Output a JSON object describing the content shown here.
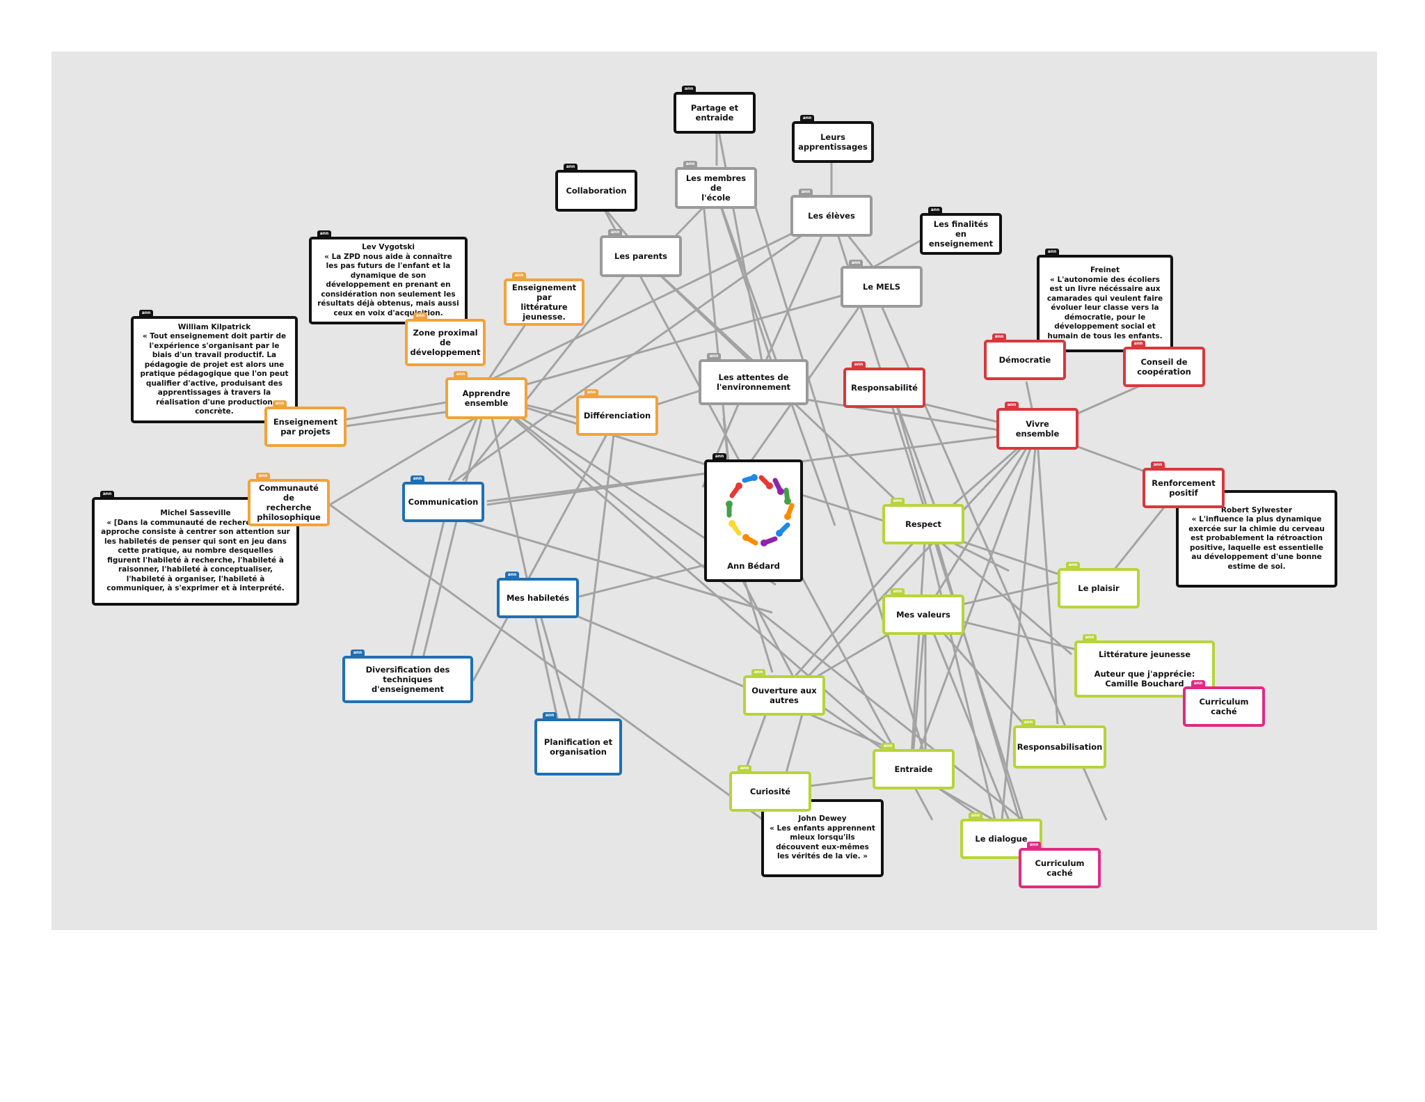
{
  "tag_text": "ann",
  "colors": {
    "black": "#111111",
    "gray": "#9a9a9a",
    "orange": "#f2a23a",
    "blue": "#1f6fb4",
    "red": "#d9373d",
    "lime": "#b7d43a",
    "pink": "#e02a83",
    "link": "#a3a3a3",
    "background": "#e6e6e6"
  },
  "nodes": {
    "partage": "Partage et\nentraide",
    "leurs_apprentissages": "Leurs\napprentissages",
    "collaboration": "Collaboration",
    "membres_ecole": "Les membres de\nl'école",
    "eleves": "Les élèves",
    "finalites": "Les finalités en\nenseignement",
    "parents": "Les parents",
    "vygotski": "Lev Vygotski\n« La ZPD nous aide à connaître les pas futurs de l'enfant et la dynamique de son développement en prenant en considération non seulement les résultats déjà  obtenus, mais aussi ceux en voix d'acquisition.",
    "enseignement_litterature": "Enseignement\npar littérature\njeunesse.",
    "mels": "Le MELS",
    "freinet": "Freinet\n« L'autonomie des écoliers est un livre nécéssaire aux camarades qui veulent faire évoluer leur classe vers la démocratie, pour le développement social et humain de tous les enfants.",
    "kilpatrick": "William Kilpatrick\n« Tout enseignement doit partir de l'expérience s'organisant par le biais d'un travail productif. La pédagogie de projet est alors une pratique pédagogique que l'on peut qualifier d'active, produisant des apprentissages à travers la réalisation d'une production concrète.",
    "zone_proximal": "Zone proximal\nde\ndéveloppement",
    "democratie": "Démocratie",
    "conseil": "Conseil de\ncoopération",
    "apprendre_ensemble": "Apprendre\nensemble",
    "attentes": "Les attentes de\nl'environnement",
    "responsabilite": "Responsabilité",
    "differenciation": "Différenciation",
    "projets": "Enseignement\npar projets",
    "vivre_ensemble": "Vivre ensemble",
    "renforcement": "Renforcement\npositif",
    "communication": "Communication",
    "ann_bedard": "Ann Bédard",
    "communaute": "Communauté de\nrecherche\nphilosophique",
    "sasseville": "Michel Sasseville\n« [Dans la communauté de recherche], une approche consiste à centrer son attention sur les habiletés de penser qui sont en jeu dans cette pratique, au nombre desquelles figurent l'habileté à recherche, l'habileté à raisonner, l'habileté à conceptualiser, l'habileté à organiser, l'habileté à communiquer, à s'exprimer et à interprété.",
    "sylwester": "Robert Sylwester\n« L'influence la plus dynamique exercée sur la chimie du cerveau est probablement la rétroaction positive, laquelle est essentielle au développement d'une bonne estime de soi.",
    "respect": "Respect",
    "plaisir": "Le plaisir",
    "habiletes": "Mes habiletés",
    "valeurs": "Mes valeurs",
    "litterature_jeunesse": "Littérature jeunesse\n\nAuteur que j'apprécie:\nCamille Bouchard",
    "diversification": "Diversification des techniques\nd'enseignement",
    "ouverture": "Ouverture aux\nautres",
    "curriculum_1": "Curriculum\ncaché",
    "planification": "Planification et\norganisation",
    "responsabilisation": "Responsabilisation",
    "entraide": "Entraide",
    "curiosite": "Curiosité",
    "dewey": "John Dewey\n« Les enfants apprennent mieux lorsqu'ils découvent eux-mêmes les vérités de la vie. »",
    "dialogue": "Le dialogue",
    "curriculum_2": "Curriculum\ncaché"
  }
}
